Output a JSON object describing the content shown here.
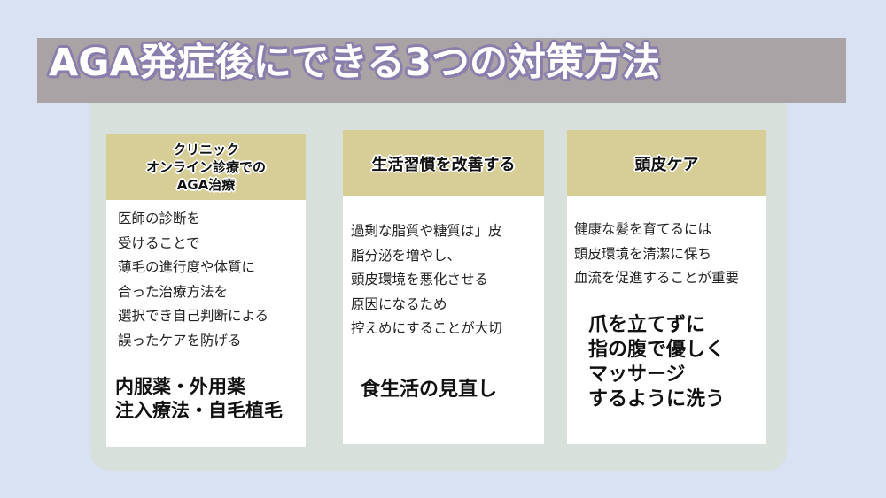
{
  "title": "AGA発症後にできる3つの対策方法",
  "colors": {
    "background": "#d9e2f2",
    "title_bar": "#a9a3a5",
    "title_outline": "#8a7ead",
    "panel": "#d8e0db",
    "card_header": "#d6cd97",
    "card_body": "#ffffff"
  },
  "cards": [
    {
      "heading": [
        "クリニック",
        "オンライン診療での",
        "AGA治療"
      ],
      "description": [
        "医師の診断を",
        "受けることで",
        "薄毛の進行度や体質に",
        "合った治療方法を",
        "選択でき自己判断による",
        "誤ったケアを防げる"
      ],
      "highlight": [
        "内服薬・外用薬",
        "注入療法・自毛植毛"
      ]
    },
    {
      "heading": [
        "生活習慣を改善する"
      ],
      "description": [
        "過剰な脂質や糖質は」皮",
        "脂分泌を増やし、",
        "頭皮環境を悪化させる",
        "原因になるため",
        "控えめにすることが大切"
      ],
      "highlight": [
        "食生活の見直し"
      ]
    },
    {
      "heading": [
        "頭皮ケア"
      ],
      "description": [
        "健康な髪を育てるには",
        "頭皮環境を清潔に保ち",
        "血流を促進することが重要"
      ],
      "highlight": [
        "爪を立てずに",
        "指の腹で優しく",
        "マッサージ",
        "するように洗う"
      ]
    }
  ]
}
